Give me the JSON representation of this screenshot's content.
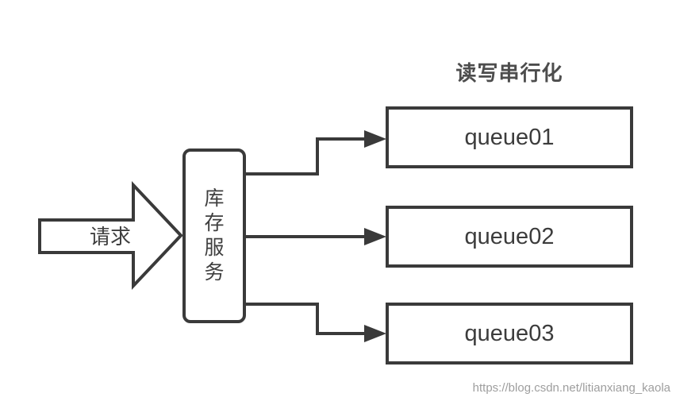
{
  "title": "读写串行化",
  "request_arrow": {
    "label": "请求"
  },
  "service_box": {
    "label": "库存服务"
  },
  "queues": [
    {
      "label": "queue01"
    },
    {
      "label": "queue02"
    },
    {
      "label": "queue03"
    }
  ],
  "watermark": "https://blog.csdn.net/litianxiang_kaola",
  "colors": {
    "line": "#3a3a3a",
    "box_fill": "#ffffff",
    "box_text": "#3f3f3f",
    "title_text": "#4d4d4d",
    "watermark_text": "#9e9e9e",
    "background": "#ffffff"
  }
}
